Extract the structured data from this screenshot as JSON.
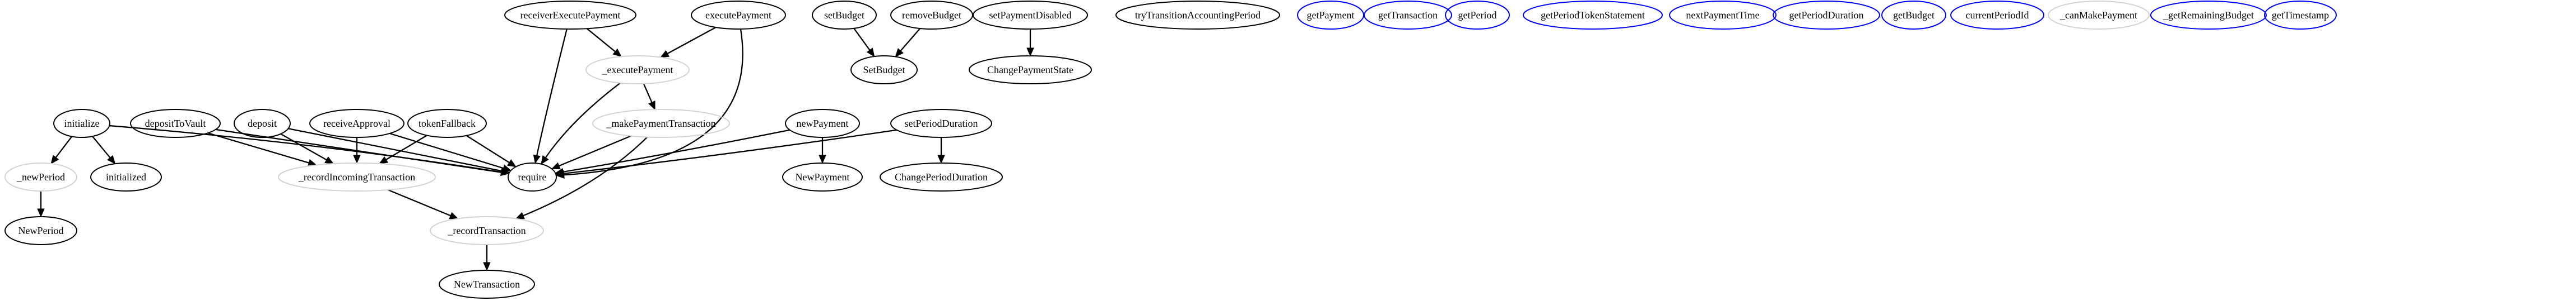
{
  "graph": {
    "nodes": [
      {
        "id": "initialize",
        "label": "initialize",
        "style": "normal"
      },
      {
        "id": "depositToVault",
        "label": "depositToVault",
        "style": "normal"
      },
      {
        "id": "deposit",
        "label": "deposit",
        "style": "normal"
      },
      {
        "id": "receiveApproval",
        "label": "receiveApproval",
        "style": "normal"
      },
      {
        "id": "tokenFallback",
        "label": "tokenFallback",
        "style": "normal"
      },
      {
        "id": "receiverExecutePayment",
        "label": "receiverExecutePayment",
        "style": "normal"
      },
      {
        "id": "executePayment",
        "label": "executePayment",
        "style": "normal"
      },
      {
        "id": "_executePayment",
        "label": "_executePayment",
        "style": "internal"
      },
      {
        "id": "_makePaymentTransaction",
        "label": "_makePaymentTransaction",
        "style": "internal"
      },
      {
        "id": "newPayment",
        "label": "newPayment",
        "style": "normal"
      },
      {
        "id": "setPeriodDuration",
        "label": "setPeriodDuration",
        "style": "normal"
      },
      {
        "id": "_newPeriod",
        "label": "_newPeriod",
        "style": "internal"
      },
      {
        "id": "initialized",
        "label": "initialized",
        "style": "normal"
      },
      {
        "id": "_recordIncomingTransaction",
        "label": "_recordIncomingTransaction",
        "style": "internal"
      },
      {
        "id": "require",
        "label": "require",
        "style": "normal"
      },
      {
        "id": "NewPayment",
        "label": "NewPayment",
        "style": "normal"
      },
      {
        "id": "ChangePeriodDuration",
        "label": "ChangePeriodDuration",
        "style": "normal"
      },
      {
        "id": "NewPeriod",
        "label": "NewPeriod",
        "style": "normal"
      },
      {
        "id": "_recordTransaction",
        "label": "_recordTransaction",
        "style": "internal"
      },
      {
        "id": "NewTransaction",
        "label": "NewTransaction",
        "style": "normal"
      },
      {
        "id": "setBudget",
        "label": "setBudget",
        "style": "normal"
      },
      {
        "id": "removeBudget",
        "label": "removeBudget",
        "style": "normal"
      },
      {
        "id": "SetBudget",
        "label": "SetBudget",
        "style": "normal"
      },
      {
        "id": "setPaymentDisabled",
        "label": "setPaymentDisabled",
        "style": "normal"
      },
      {
        "id": "ChangePaymentState",
        "label": "ChangePaymentState",
        "style": "normal"
      },
      {
        "id": "tryTransitionAccountingPeriod",
        "label": "tryTransitionAccountingPeriod",
        "style": "normal"
      },
      {
        "id": "getPayment",
        "label": "getPayment",
        "style": "view"
      },
      {
        "id": "getTransaction",
        "label": "getTransaction",
        "style": "view"
      },
      {
        "id": "getPeriod",
        "label": "getPeriod",
        "style": "view"
      },
      {
        "id": "getPeriodTokenStatement",
        "label": "getPeriodTokenStatement",
        "style": "view"
      },
      {
        "id": "nextPaymentTime",
        "label": "nextPaymentTime",
        "style": "view"
      },
      {
        "id": "getPeriodDuration",
        "label": "getPeriodDuration",
        "style": "view"
      },
      {
        "id": "getBudget",
        "label": "getBudget",
        "style": "view"
      },
      {
        "id": "currentPeriodId",
        "label": "currentPeriodId",
        "style": "view"
      },
      {
        "id": "_canMakePayment",
        "label": "_canMakePayment",
        "style": "internal"
      },
      {
        "id": "_getRemainingBudget",
        "label": "_getRemainingBudget",
        "style": "view"
      },
      {
        "id": "getTimestamp",
        "label": "getTimestamp",
        "style": "view"
      }
    ],
    "edges": [
      [
        "initialize",
        "_newPeriod"
      ],
      [
        "initialize",
        "initialized"
      ],
      [
        "initialize",
        "require"
      ],
      [
        "depositToVault",
        "_recordIncomingTransaction"
      ],
      [
        "depositToVault",
        "require"
      ],
      [
        "deposit",
        "_recordIncomingTransaction"
      ],
      [
        "deposit",
        "require"
      ],
      [
        "receiveApproval",
        "_recordIncomingTransaction"
      ],
      [
        "receiveApproval",
        "require"
      ],
      [
        "tokenFallback",
        "_recordIncomingTransaction"
      ],
      [
        "tokenFallback",
        "require"
      ],
      [
        "receiverExecutePayment",
        "_executePayment"
      ],
      [
        "receiverExecutePayment",
        "require"
      ],
      [
        "executePayment",
        "_executePayment"
      ],
      [
        "executePayment",
        "require"
      ],
      [
        "_executePayment",
        "_makePaymentTransaction"
      ],
      [
        "_executePayment",
        "require"
      ],
      [
        "_makePaymentTransaction",
        "require"
      ],
      [
        "_makePaymentTransaction",
        "_recordTransaction"
      ],
      [
        "newPayment",
        "require"
      ],
      [
        "newPayment",
        "NewPayment"
      ],
      [
        "setPeriodDuration",
        "require"
      ],
      [
        "setPeriodDuration",
        "ChangePeriodDuration"
      ],
      [
        "_newPeriod",
        "NewPeriod"
      ],
      [
        "_recordIncomingTransaction",
        "_recordTransaction"
      ],
      [
        "_recordTransaction",
        "NewTransaction"
      ],
      [
        "setBudget",
        "SetBudget"
      ],
      [
        "removeBudget",
        "SetBudget"
      ],
      [
        "setPaymentDisabled",
        "ChangePaymentState"
      ]
    ],
    "colors": {
      "normal": "#000000",
      "internal": "#d3d3d3",
      "view": "#0000ff",
      "edge": "#000000",
      "background": "#ffffff"
    }
  }
}
